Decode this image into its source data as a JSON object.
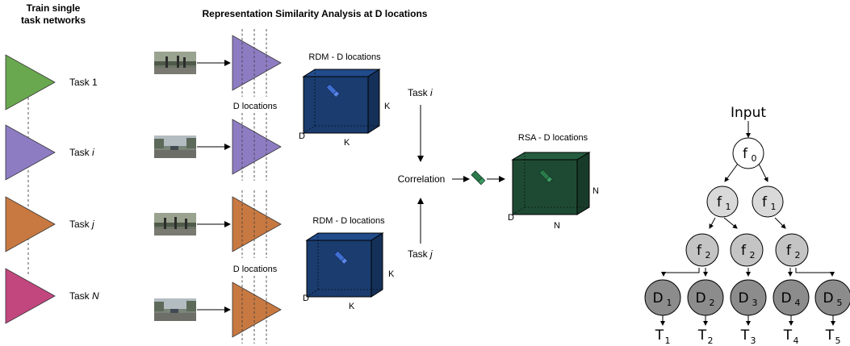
{
  "left": {
    "heading": [
      "Train single",
      "task networks"
    ],
    "tasks": [
      {
        "prefix": "Task ",
        "italic": "1",
        "color": "#6aa84f"
      },
      {
        "prefix": "Task ",
        "italic": "i",
        "color": "#8e7cc3"
      },
      {
        "prefix": "Task ",
        "italic": "j",
        "color": "#c87941"
      },
      {
        "prefix": "Task ",
        "italic": "N",
        "color": "#c2477f"
      }
    ]
  },
  "rsa": {
    "heading": "Representation Similarity Analysis at D locations",
    "d_locations_label": "D locations",
    "rdm_title": "RDM - D locations",
    "rdm_color": "#1a3c6e",
    "rdm_dims": {
      "d": "D",
      "k_bottom": "K",
      "k_side": "K"
    },
    "task_i_label": {
      "prefix": "Task ",
      "italic": "i"
    },
    "task_j_label": {
      "prefix": "Task ",
      "italic": "j"
    },
    "correlation_label": "Correlation",
    "rsa_title": "RSA - D locations",
    "rsa_color": "#1e4a33",
    "rsa_dims": {
      "d": "D",
      "n_bottom": "N",
      "n_side": "N"
    }
  },
  "tree": {
    "input_label": "Input",
    "root": {
      "base": "f",
      "sub": "0"
    },
    "level1": [
      {
        "base": "f",
        "sub": "1"
      },
      {
        "base": "f",
        "sub": "1"
      }
    ],
    "level2": [
      {
        "base": "f",
        "sub": "2"
      },
      {
        "base": "f",
        "sub": "2"
      },
      {
        "base": "f",
        "sub": "2"
      }
    ],
    "decoders": [
      {
        "base": "D",
        "sub": "1"
      },
      {
        "base": "D",
        "sub": "2"
      },
      {
        "base": "D",
        "sub": "3"
      },
      {
        "base": "D",
        "sub": "4"
      },
      {
        "base": "D",
        "sub": "5"
      }
    ],
    "outputs": [
      {
        "base": "T",
        "sub": "1"
      },
      {
        "base": "T",
        "sub": "2"
      },
      {
        "base": "T",
        "sub": "3"
      },
      {
        "base": "T",
        "sub": "4"
      },
      {
        "base": "T",
        "sub": "5"
      }
    ],
    "colors": {
      "root": "#ffffff",
      "level1": "#d9d9d9",
      "level2": "#c4c4c4",
      "decoder": "#8c8c8c"
    }
  }
}
